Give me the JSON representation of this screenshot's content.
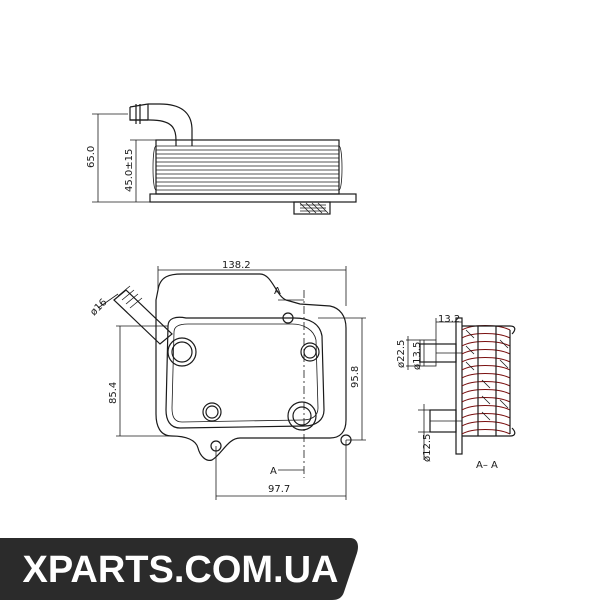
{
  "dimensions": {
    "side_height": "65.0",
    "side_core_height": "45.0±15",
    "top_width": "138.2",
    "diameter_16": "ø16",
    "left_height": "85.4",
    "right_height": "95.8",
    "bottom_width": "97.7",
    "section_top": "13.2",
    "section_d22": "ø22.5",
    "section_d13": "ø13.5",
    "section_d12": "ø12.5"
  },
  "section_marks": {
    "top": "A",
    "bottom": "A",
    "section_label": "A– A"
  },
  "watermark": {
    "text": "XPARTS.COM.UA",
    "background_color": "#2b2b2b",
    "text_color": "#ffffff"
  }
}
